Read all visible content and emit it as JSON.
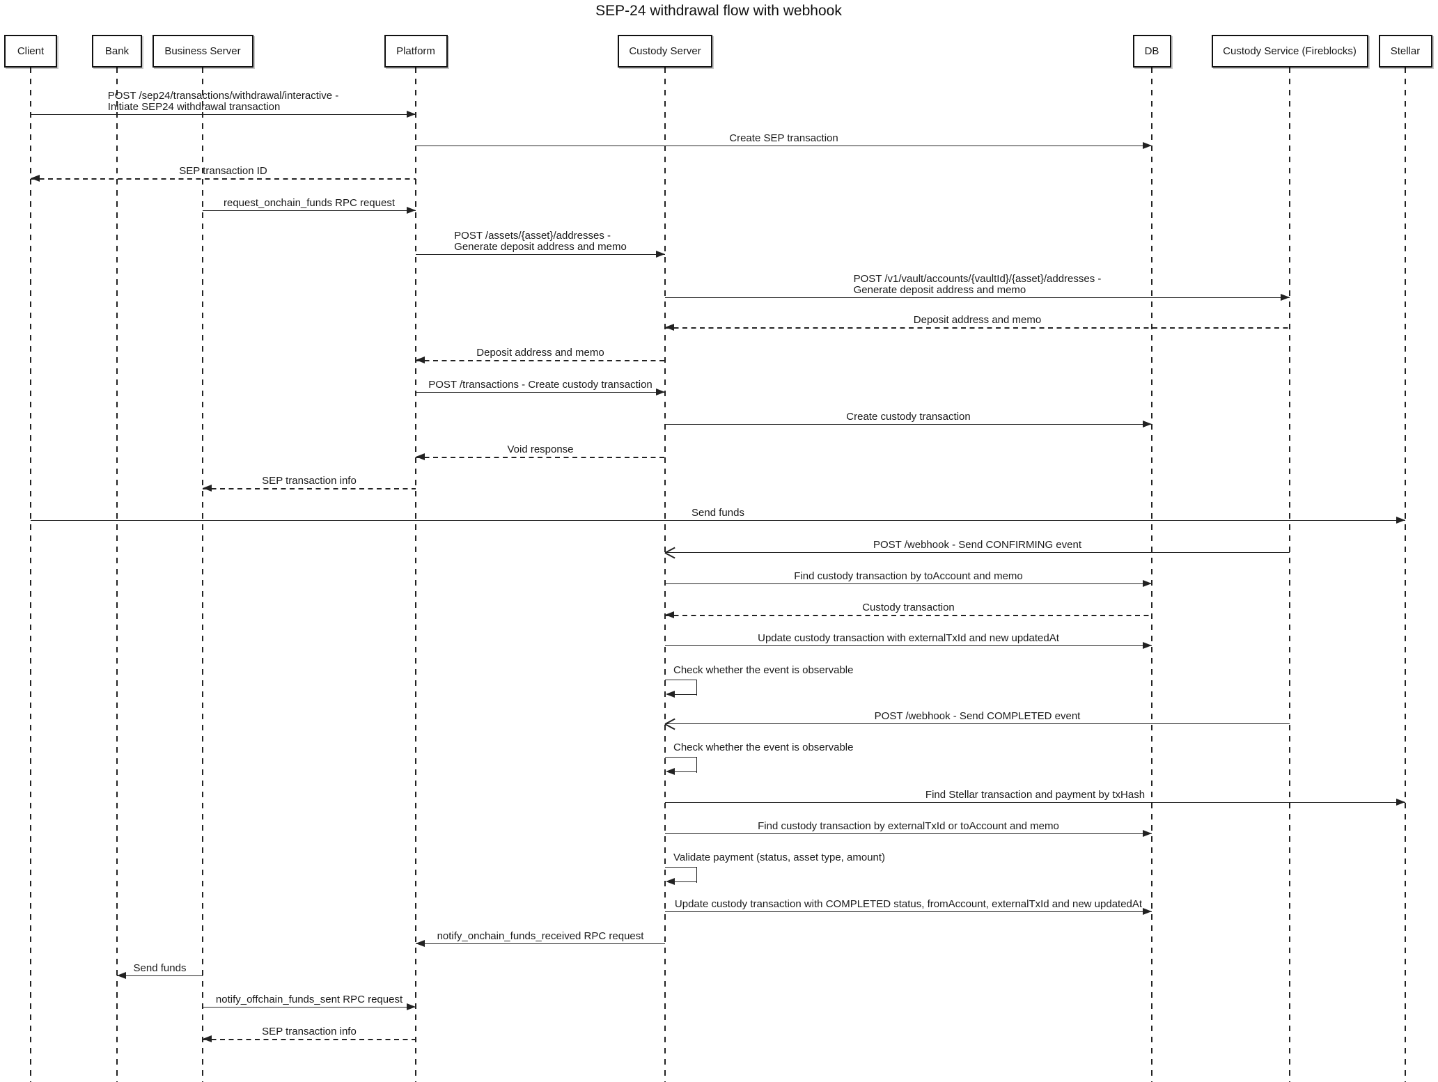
{
  "title": "SEP-24 withdrawal flow with webhook",
  "participants": [
    {
      "id": "client",
      "label": "Client"
    },
    {
      "id": "bank",
      "label": "Bank"
    },
    {
      "id": "business",
      "label": "Business Server"
    },
    {
      "id": "platform",
      "label": "Platform"
    },
    {
      "id": "custody",
      "label": "Custody Server"
    },
    {
      "id": "db",
      "label": "DB"
    },
    {
      "id": "fireblocks",
      "label": "Custody Service (Fireblocks)"
    },
    {
      "id": "stellar",
      "label": "Stellar"
    }
  ],
  "messages": [
    {
      "from": "client",
      "to": "platform",
      "line": "solid",
      "head": "filled",
      "label": "POST /sep24/transactions/withdrawal/interactive -\nInitiate SEP24 withdrawal transaction"
    },
    {
      "from": "platform",
      "to": "db",
      "line": "solid",
      "head": "filled",
      "label": "Create SEP transaction"
    },
    {
      "from": "platform",
      "to": "client",
      "line": "dashed",
      "head": "filled",
      "label": "SEP transaction ID"
    },
    {
      "from": "business",
      "to": "platform",
      "line": "solid",
      "head": "filled",
      "label": "request_onchain_funds RPC request"
    },
    {
      "from": "platform",
      "to": "custody",
      "line": "solid",
      "head": "filled",
      "label": "POST /assets/{asset}/addresses -\nGenerate deposit address and memo"
    },
    {
      "from": "custody",
      "to": "fireblocks",
      "line": "solid",
      "head": "filled",
      "label": "POST /v1/vault/accounts/{vaultId}/{asset}/addresses -\nGenerate deposit address and memo"
    },
    {
      "from": "fireblocks",
      "to": "custody",
      "line": "dashed",
      "head": "filled",
      "label": "Deposit address and memo"
    },
    {
      "from": "custody",
      "to": "platform",
      "line": "dashed",
      "head": "filled",
      "label": "Deposit address and memo"
    },
    {
      "from": "platform",
      "to": "custody",
      "line": "solid",
      "head": "filled",
      "label": "POST /transactions - Create custody transaction"
    },
    {
      "from": "custody",
      "to": "db",
      "line": "solid",
      "head": "filled",
      "label": "Create custody transaction"
    },
    {
      "from": "custody",
      "to": "platform",
      "line": "dashed",
      "head": "filled",
      "label": "Void response"
    },
    {
      "from": "platform",
      "to": "business",
      "line": "dashed",
      "head": "filled",
      "label": "SEP transaction info"
    },
    {
      "from": "client",
      "to": "stellar",
      "line": "solid",
      "head": "filled",
      "label": "Send funds"
    },
    {
      "from": "fireblocks",
      "to": "custody",
      "line": "solid",
      "head": "open",
      "label": "POST /webhook - Send CONFIRMING event"
    },
    {
      "from": "custody",
      "to": "db",
      "line": "solid",
      "head": "filled",
      "label": "Find custody transaction by toAccount and memo"
    },
    {
      "from": "db",
      "to": "custody",
      "line": "dashed",
      "head": "filled",
      "label": "Custody transaction"
    },
    {
      "from": "custody",
      "to": "db",
      "line": "solid",
      "head": "filled",
      "label": "Update custody transaction with externalTxId and new updatedAt"
    },
    {
      "from": "custody",
      "to": "custody",
      "self": true,
      "label": "Check whether the event is observable"
    },
    {
      "from": "fireblocks",
      "to": "custody",
      "line": "solid",
      "head": "open",
      "label": "POST /webhook - Send COMPLETED event"
    },
    {
      "from": "custody",
      "to": "custody",
      "self": true,
      "label": "Check whether the event is observable"
    },
    {
      "from": "custody",
      "to": "stellar",
      "line": "solid",
      "head": "filled",
      "label": "Find Stellar transaction and payment by txHash"
    },
    {
      "from": "custody",
      "to": "db",
      "line": "solid",
      "head": "filled",
      "label": "Find custody transaction by externalTxId or toAccount and memo"
    },
    {
      "from": "custody",
      "to": "custody",
      "self": true,
      "label": "Validate payment (status, asset type, amount)"
    },
    {
      "from": "custody",
      "to": "db",
      "line": "solid",
      "head": "filled",
      "label": "Update custody transaction with COMPLETED status, fromAccount, externalTxId and new updatedAt"
    },
    {
      "from": "custody",
      "to": "platform",
      "line": "solid",
      "head": "filled",
      "label": "notify_onchain_funds_received RPC request"
    },
    {
      "from": "business",
      "to": "bank",
      "line": "solid",
      "head": "filled",
      "label": "Send funds"
    },
    {
      "from": "business",
      "to": "platform",
      "line": "solid",
      "head": "filled",
      "label": "notify_offchain_funds_sent RPC request"
    },
    {
      "from": "platform",
      "to": "business",
      "line": "dashed",
      "head": "filled",
      "label": "SEP transaction info"
    }
  ]
}
